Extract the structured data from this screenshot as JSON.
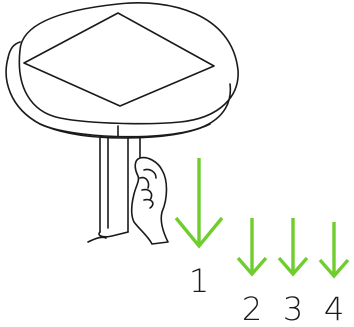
{
  "colors": {
    "line": "#1a1a1a",
    "arrow": "#6fce2e",
    "background": "#ffffff"
  },
  "steps": [
    {
      "label": "1"
    },
    {
      "label": "2"
    },
    {
      "label": "3"
    },
    {
      "label": "4"
    }
  ]
}
